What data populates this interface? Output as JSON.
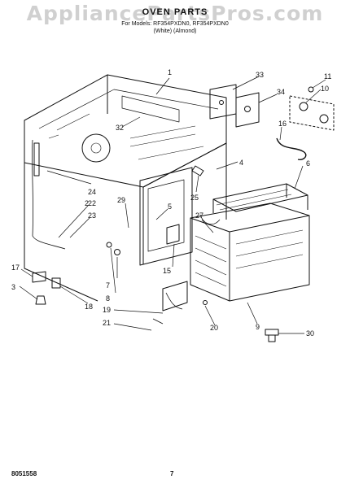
{
  "watermark": "AppliancePartsPros.com",
  "title": "OVEN PARTS",
  "subtitle": {
    "line1": "For Models: RF354PXDN0, RF354PXDN0",
    "line2": "(White)        (Almond)"
  },
  "footer": {
    "doc_number": "8051558",
    "page_number": "7"
  },
  "callouts": [
    "1",
    "2",
    "3",
    "4",
    "5",
    "6",
    "7",
    "8",
    "9",
    "10",
    "11",
    "15",
    "16",
    "17",
    "18",
    "19",
    "20",
    "21",
    "22",
    "23",
    "24",
    "25",
    "27",
    "29",
    "30",
    "32",
    "33",
    "34"
  ]
}
